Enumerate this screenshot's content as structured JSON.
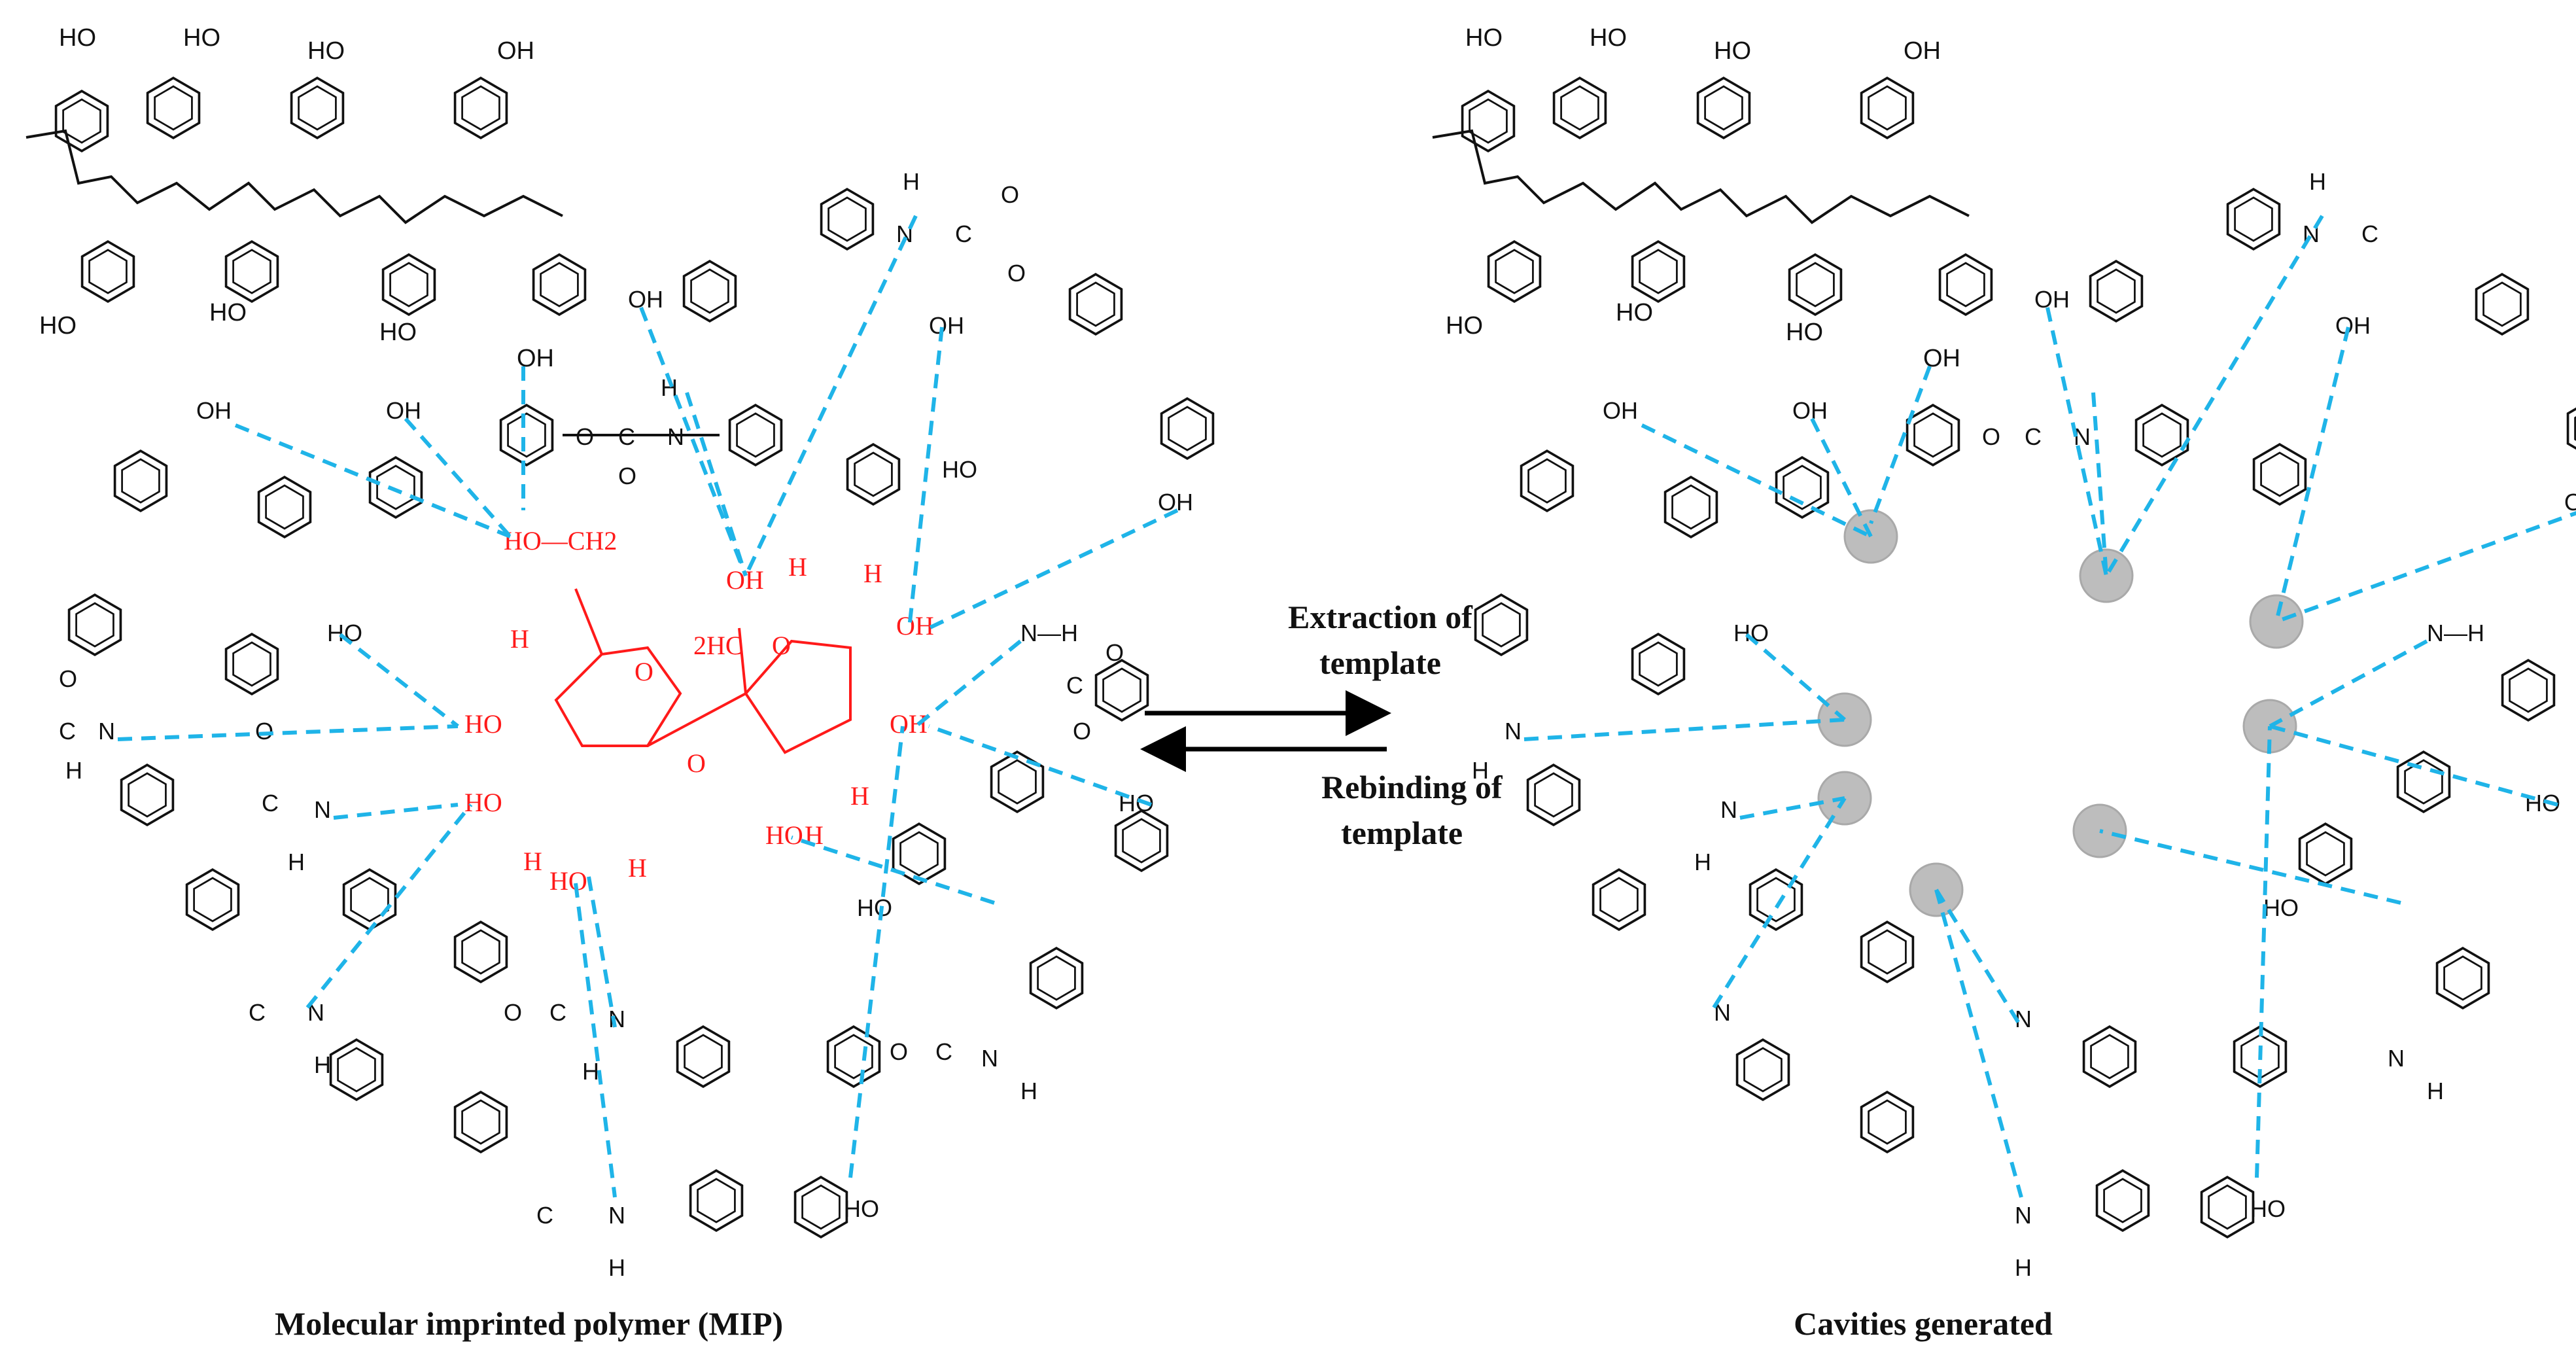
{
  "captions": {
    "left": "Molecular imprinted  polymer (MIP)",
    "right": "Cavities generated"
  },
  "arrows": {
    "forward_line1": "Extraction of",
    "forward_line2": "template",
    "backward_line1": "Rebinding of",
    "backward_line2": "template"
  },
  "atoms": {
    "hydroxyl": "OH",
    "hydroxyl_rev": "HO",
    "hydrogen": "H",
    "nitrogen": "N",
    "carbon": "C",
    "oxygen": "O",
    "nh": "N—H",
    "ch2": "HO—CH2",
    "hc2": "2HC",
    "oh_template": "OH",
    "ho_template": "HO"
  },
  "colors": {
    "hydrogen_bond": "#1fb4e8",
    "template": "#ff1a1a",
    "cavity": "#bdbdbd",
    "polymer": "#111111"
  }
}
